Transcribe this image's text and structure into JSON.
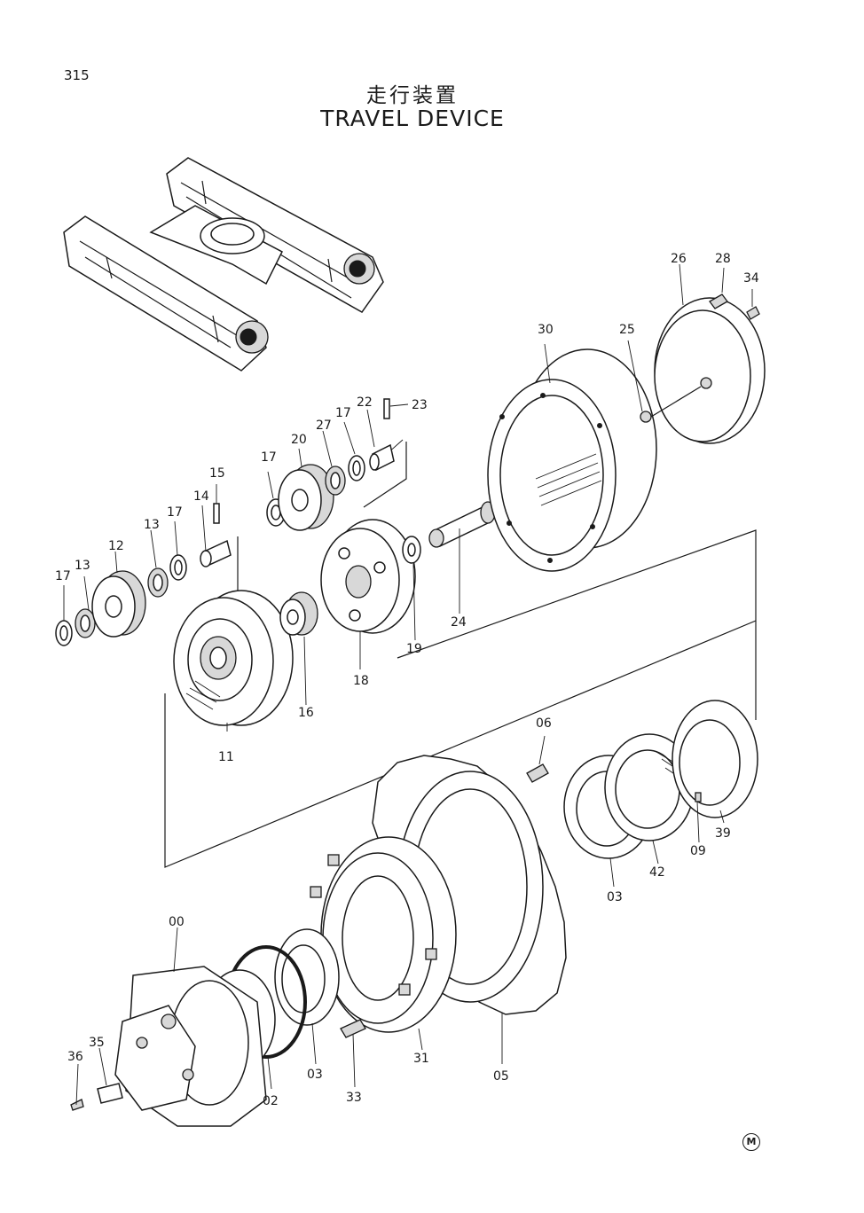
{
  "page": {
    "number": "315",
    "title_jp": "走行装置",
    "title_en": "TRAVEL DEVICE",
    "mark": "M"
  },
  "callouts": [
    "00",
    "02",
    "03",
    "03",
    "05",
    "06",
    "09",
    "11",
    "12",
    "13",
    "13",
    "14",
    "15",
    "16",
    "17",
    "17",
    "17",
    "17",
    "18",
    "19",
    "20",
    "22",
    "23",
    "24",
    "25",
    "26",
    "27",
    "28",
    "30",
    "31",
    "33",
    "34",
    "35",
    "36",
    "39",
    "42"
  ]
}
